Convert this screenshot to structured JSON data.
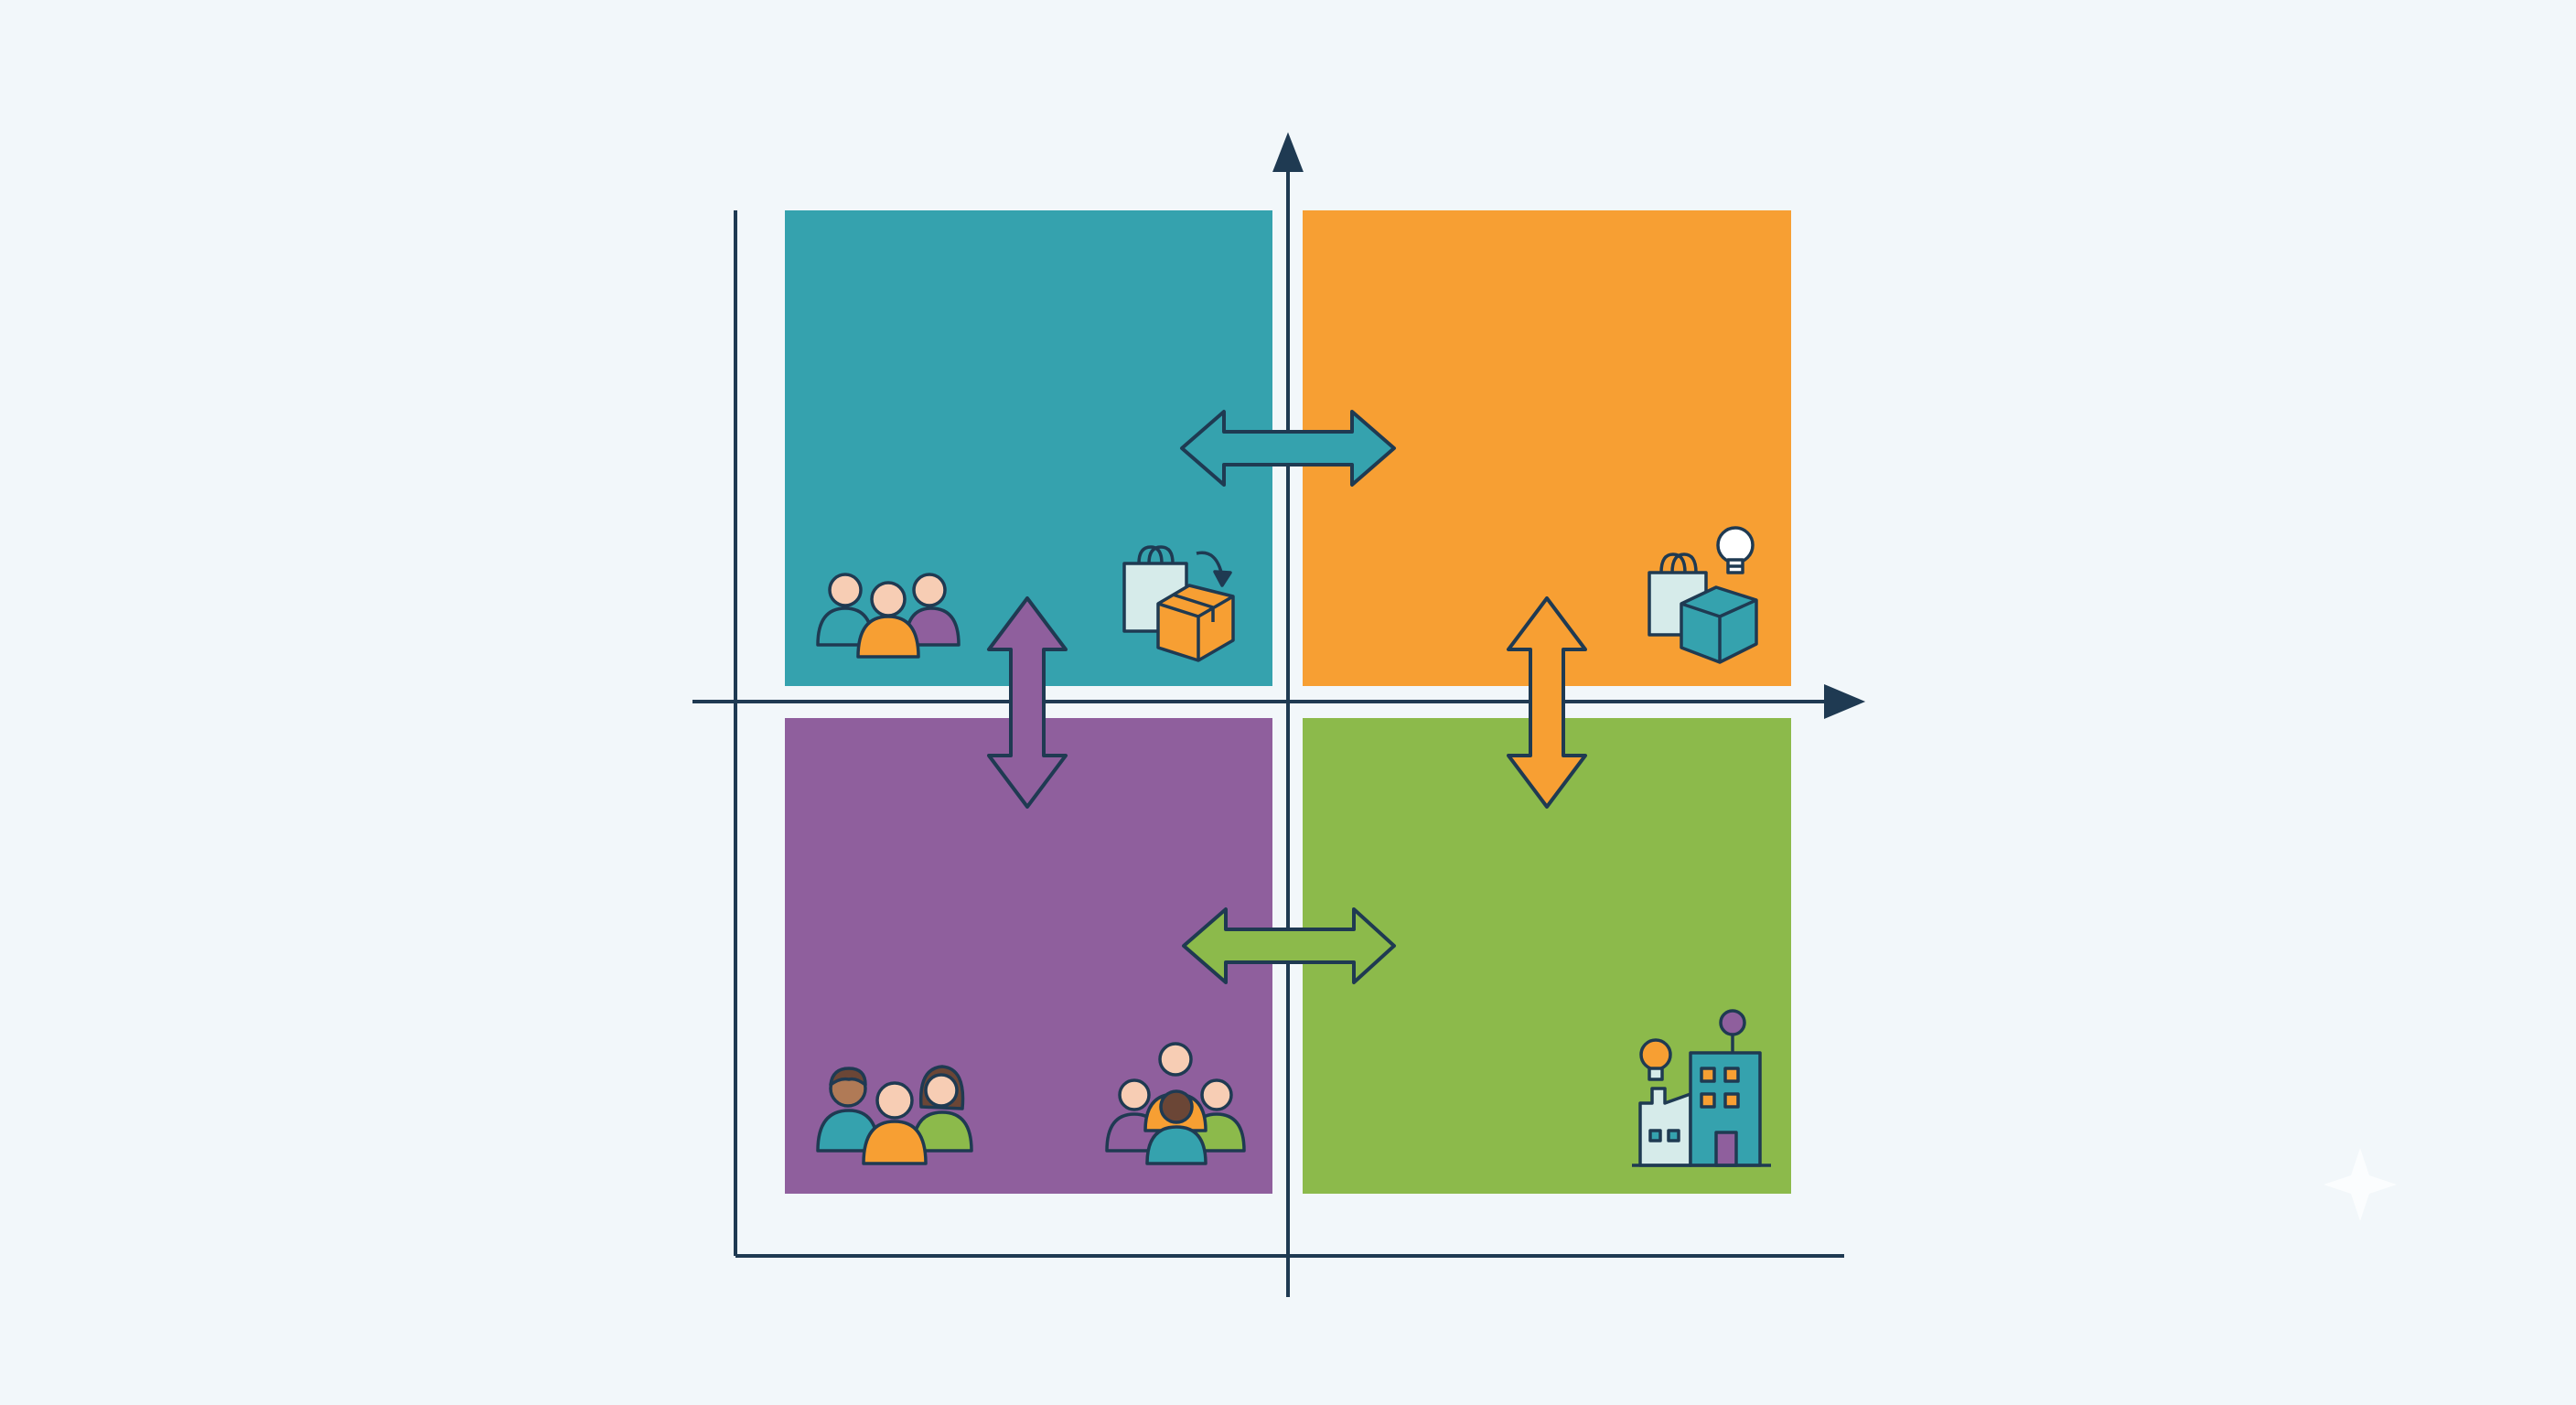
{
  "diagram": {
    "type": "2x2 quadrant matrix",
    "background_color": "#f2f7fa",
    "stroke_color": "#1f3a52",
    "quadrants": [
      {
        "id": "top-left",
        "color": "#35a2ae",
        "icons": [
          "customer-group-icon",
          "shopping-bag-to-box-icon"
        ]
      },
      {
        "id": "top-right",
        "color": "#f79f33",
        "icons": [
          "bag-box-lightbulb-icon"
        ]
      },
      {
        "id": "bottom-left",
        "color": "#8f5f9d",
        "icons": [
          "diverse-people-icon",
          "crowd-icon"
        ]
      },
      {
        "id": "bottom-right",
        "color": "#8cba4b",
        "icons": [
          "factory-building-icon"
        ]
      }
    ],
    "arrows": [
      {
        "id": "top-horizontal",
        "direction": "left-right",
        "color": "#35a2ae"
      },
      {
        "id": "bottom-horizontal",
        "direction": "left-right",
        "color": "#8cba4b"
      },
      {
        "id": "left-vertical",
        "direction": "up-down",
        "color": "#8f5f9d"
      },
      {
        "id": "right-vertical",
        "direction": "up-down",
        "color": "#f79f33"
      }
    ],
    "icon_colors": {
      "skin": "#f7cdb4",
      "teal": "#35a2ae",
      "orange": "#f79f33",
      "purple": "#8f5f9d",
      "green": "#8cba4b",
      "pale": "#d6ebea",
      "dark_hair": "#6b4636",
      "dark_skin": "#b07a56",
      "white": "#ffffff"
    }
  }
}
